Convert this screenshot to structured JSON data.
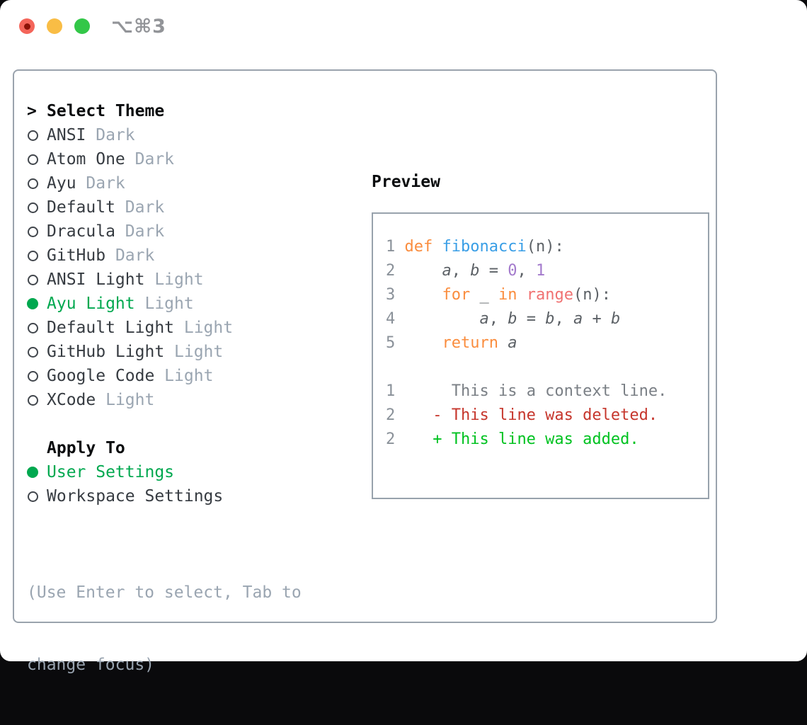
{
  "window": {
    "title_shortcut": "⌥⌘3",
    "traffic_lights": [
      "close",
      "minimize",
      "zoom"
    ]
  },
  "theme_panel": {
    "header_marker": ">",
    "select_header": "Select Theme",
    "themes": [
      {
        "name": "ANSI",
        "variant": "Dark",
        "selected": false
      },
      {
        "name": "Atom One",
        "variant": "Dark",
        "selected": false
      },
      {
        "name": "Ayu",
        "variant": "Dark",
        "selected": false
      },
      {
        "name": "Default",
        "variant": "Dark",
        "selected": false
      },
      {
        "name": "Dracula",
        "variant": "Dark",
        "selected": false
      },
      {
        "name": "GitHub",
        "variant": "Dark",
        "selected": false
      },
      {
        "name": "ANSI Light",
        "variant": "Light",
        "selected": false
      },
      {
        "name": "Ayu Light",
        "variant": "Light",
        "selected": true
      },
      {
        "name": "Default Light",
        "variant": "Light",
        "selected": false
      },
      {
        "name": "GitHub Light",
        "variant": "Light",
        "selected": false
      },
      {
        "name": "Google Code",
        "variant": "Light",
        "selected": false
      },
      {
        "name": "XCode",
        "variant": "Light",
        "selected": false
      }
    ],
    "apply_to": {
      "header": "Apply To",
      "options": [
        {
          "label": "User Settings",
          "selected": true
        },
        {
          "label": "Workspace Settings",
          "selected": false
        }
      ]
    },
    "hint_line1": "(Use Enter to select, Tab to",
    "hint_line2": "change focus)"
  },
  "preview": {
    "header": "Preview",
    "lines": [
      [
        {
          "t": "1",
          "c": "ln"
        },
        {
          "t": " ",
          "c": "pl"
        },
        {
          "t": "def",
          "c": "kw"
        },
        {
          "t": " ",
          "c": "pl"
        },
        {
          "t": "fibonacci",
          "c": "fn"
        },
        {
          "t": "(n):",
          "c": "pl"
        }
      ],
      [
        {
          "t": "2",
          "c": "ln"
        },
        {
          "t": "     ",
          "c": "pl"
        },
        {
          "t": "a",
          "c": "id"
        },
        {
          "t": ", ",
          "c": "pl"
        },
        {
          "t": "b",
          "c": "id"
        },
        {
          "t": " = ",
          "c": "pl"
        },
        {
          "t": "0",
          "c": "num"
        },
        {
          "t": ", ",
          "c": "pl"
        },
        {
          "t": "1",
          "c": "num"
        }
      ],
      [
        {
          "t": "3",
          "c": "ln"
        },
        {
          "t": "     ",
          "c": "pl"
        },
        {
          "t": "for",
          "c": "kw"
        },
        {
          "t": " _ ",
          "c": "pl"
        },
        {
          "t": "in",
          "c": "kw"
        },
        {
          "t": " ",
          "c": "pl"
        },
        {
          "t": "range",
          "c": "bi"
        },
        {
          "t": "(n):",
          "c": "pl"
        }
      ],
      [
        {
          "t": "4",
          "c": "ln"
        },
        {
          "t": "         ",
          "c": "pl"
        },
        {
          "t": "a",
          "c": "id"
        },
        {
          "t": ", ",
          "c": "pl"
        },
        {
          "t": "b",
          "c": "id"
        },
        {
          "t": " = ",
          "c": "pl"
        },
        {
          "t": "b",
          "c": "id"
        },
        {
          "t": ", ",
          "c": "pl"
        },
        {
          "t": "a",
          "c": "id"
        },
        {
          "t": " + ",
          "c": "pl"
        },
        {
          "t": "b",
          "c": "id"
        }
      ],
      [
        {
          "t": "5",
          "c": "ln"
        },
        {
          "t": "     ",
          "c": "pl"
        },
        {
          "t": "return",
          "c": "kw"
        },
        {
          "t": " ",
          "c": "pl"
        },
        {
          "t": "a",
          "c": "id"
        }
      ],
      [],
      [
        {
          "t": "1",
          "c": "ln"
        },
        {
          "t": "      ",
          "c": "pl"
        },
        {
          "t": "This is a context line.",
          "c": "ctx"
        }
      ],
      [
        {
          "t": "2",
          "c": "ln"
        },
        {
          "t": "    ",
          "c": "pl"
        },
        {
          "t": "- This line was deleted.",
          "c": "del"
        }
      ],
      [
        {
          "t": "2",
          "c": "ln"
        },
        {
          "t": "    ",
          "c": "pl"
        },
        {
          "t": "+ This line was added.",
          "c": "add"
        }
      ]
    ]
  },
  "colors": {
    "panel_border": "#9aa3ad",
    "box_border": "#98a2ac",
    "header_text": "#0a0c0e",
    "item_text": "#363b41",
    "muted_text": "#9aa5b1",
    "select_green": "#00a84f",
    "title_text": "#929498",
    "light_red": "#f4655a",
    "light_red_dot": "#8c1207",
    "light_yellow": "#f9bd45",
    "light_green": "#33c748",
    "kw": "#fa8d3e",
    "fn": "#399ee6",
    "builtin": "#f07171",
    "num": "#a37acc",
    "code_text": "#5c6166",
    "lineno": "#8a9199",
    "ctx": "#7a7f85",
    "del": "#c6362c",
    "add": "#00c220"
  }
}
